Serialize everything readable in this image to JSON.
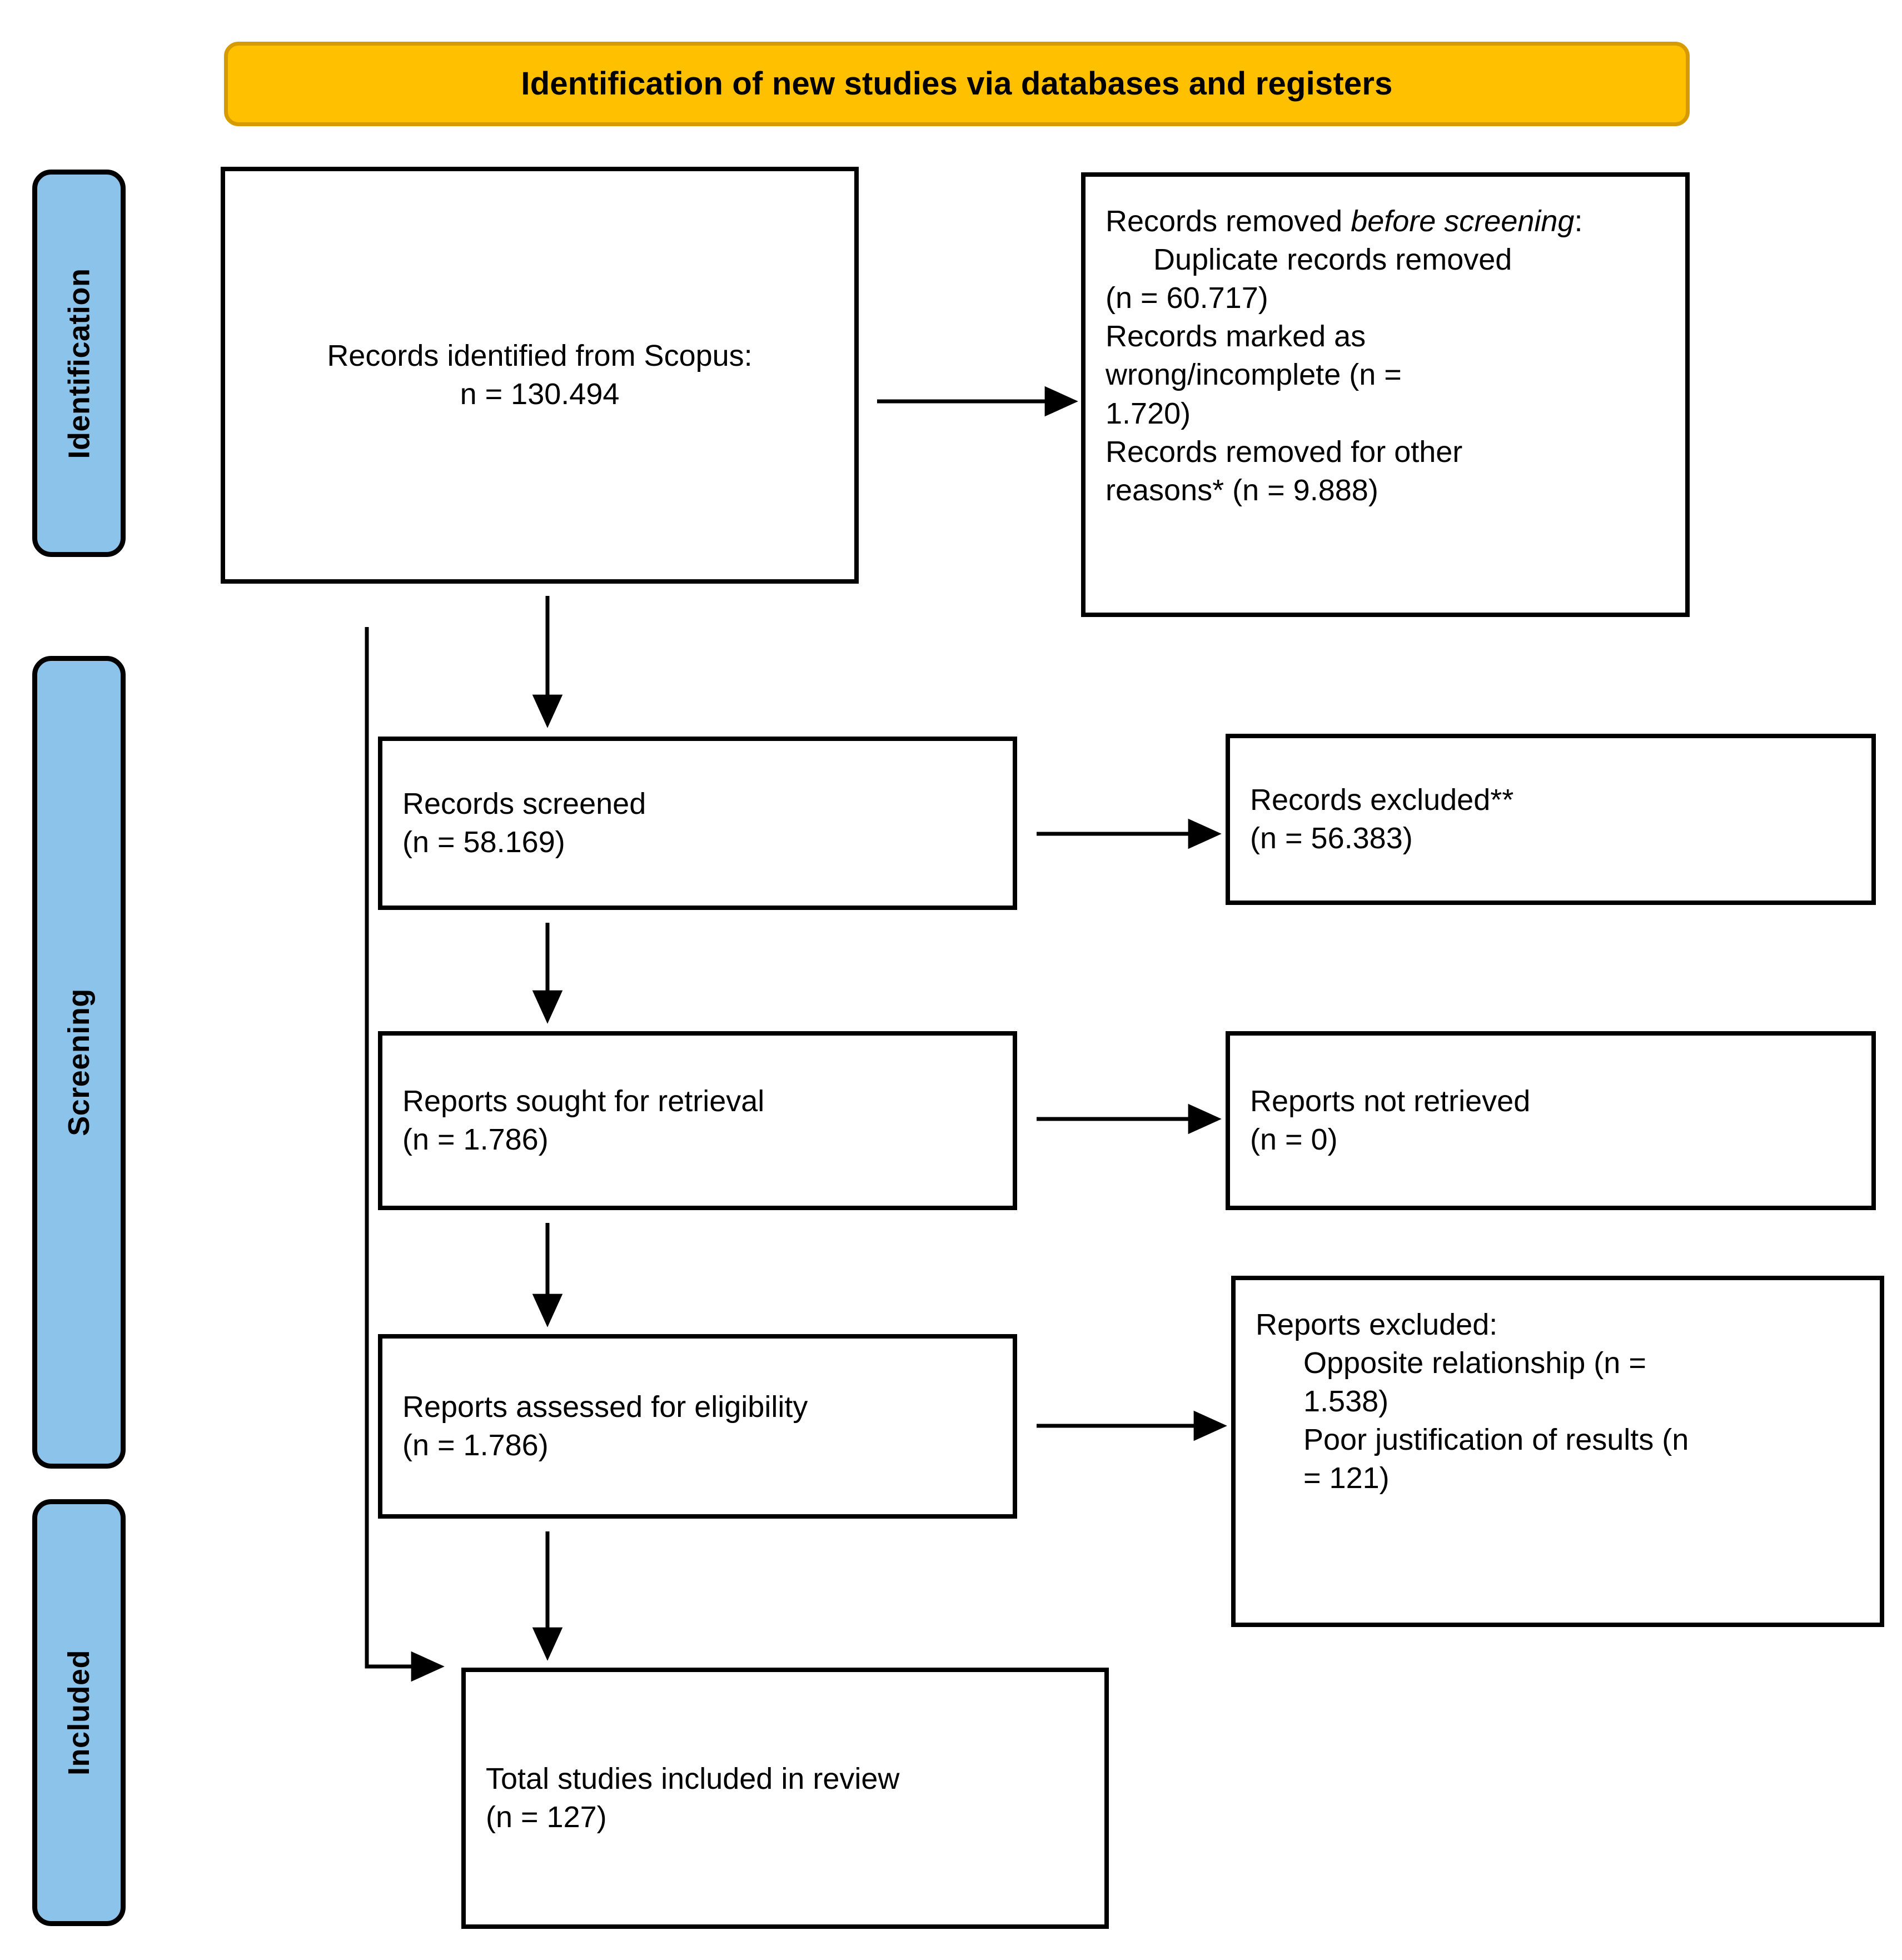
{
  "banner": {
    "title": "Identification of new studies via databases and registers",
    "fill": "#FFC000",
    "border": "#D69B00"
  },
  "stages": {
    "fill": "#8CC3EA",
    "border": "#000000",
    "items": [
      {
        "label": "Identification"
      },
      {
        "label": "Screening"
      },
      {
        "label": "Included"
      }
    ]
  },
  "boxes": {
    "identified": {
      "line1": "Records identified from Scopus:",
      "line2": "n = 130.494"
    },
    "removed_before_screening": {
      "heading_prefix": "Records removed ",
      "heading_italic": "before screening",
      "heading_suffix": ":",
      "item1": "Duplicate records removed",
      "item1_n": "(n = 60.717)",
      "item2": "Records marked as",
      "item2_cont": "wrong/incomplete (n =",
      "item2_n": "1.720)",
      "item3": "Records removed for other",
      "item3_n": "reasons* (n = 9.888)"
    },
    "records_screened": {
      "line1": "Records screened",
      "line2": "(n = 58.169)"
    },
    "records_excluded": {
      "line1": "Records excluded**",
      "line2": "(n = 56.383)"
    },
    "reports_sought": {
      "line1": "Reports sought for retrieval",
      "line2": "(n = 1.786)"
    },
    "reports_not_retrieved": {
      "line1": "Reports not retrieved",
      "line2": "(n = 0)"
    },
    "reports_assessed": {
      "line1": "Reports assessed for eligibility",
      "line2": "(n = 1.786)"
    },
    "reports_excluded": {
      "heading": "Reports excluded:",
      "item1": "Opposite relationship (n =",
      "item1_n": "1.538)",
      "item2": "Poor justification of results (n",
      "item2_n": "= 121)"
    },
    "total_included": {
      "line1": "Total studies included in review",
      "line2": "(n = 127)"
    }
  },
  "chart_data": {
    "type": "flowchart",
    "title": "PRISMA 2020 flow diagram for new systematic reviews",
    "nodes": [
      {
        "id": "identified",
        "label": "Records identified from Scopus",
        "n": 130494,
        "stage": "Identification"
      },
      {
        "id": "removed_before_screening",
        "label": "Records removed before screening",
        "stage": "Identification",
        "children": [
          {
            "label": "Duplicate records removed",
            "n": 60717
          },
          {
            "label": "Records marked as wrong/incomplete",
            "n": 1720
          },
          {
            "label": "Records removed for other reasons*",
            "n": 9888
          }
        ]
      },
      {
        "id": "records_screened",
        "label": "Records screened",
        "n": 58169,
        "stage": "Screening"
      },
      {
        "id": "records_excluded",
        "label": "Records excluded**",
        "n": 56383,
        "stage": "Screening"
      },
      {
        "id": "reports_sought",
        "label": "Reports sought for retrieval",
        "n": 1786,
        "stage": "Screening"
      },
      {
        "id": "reports_not_retrieved",
        "label": "Reports not retrieved",
        "n": 0,
        "stage": "Screening"
      },
      {
        "id": "reports_assessed",
        "label": "Reports assessed for eligibility",
        "n": 1786,
        "stage": "Screening"
      },
      {
        "id": "reports_excluded",
        "label": "Reports excluded",
        "stage": "Screening",
        "children": [
          {
            "label": "Opposite relationship",
            "n": 1538
          },
          {
            "label": "Poor justification of results",
            "n": 121
          }
        ]
      },
      {
        "id": "total_included",
        "label": "Total studies included in review",
        "n": 127,
        "stage": "Included"
      }
    ],
    "edges": [
      {
        "from": "identified",
        "to": "removed_before_screening",
        "direction": "right"
      },
      {
        "from": "identified",
        "to": "records_screened",
        "direction": "down"
      },
      {
        "from": "identified",
        "to": "total_included",
        "direction": "bypass-left"
      },
      {
        "from": "records_screened",
        "to": "records_excluded",
        "direction": "right"
      },
      {
        "from": "records_screened",
        "to": "reports_sought",
        "direction": "down"
      },
      {
        "from": "reports_sought",
        "to": "reports_not_retrieved",
        "direction": "right"
      },
      {
        "from": "reports_sought",
        "to": "reports_assessed",
        "direction": "down"
      },
      {
        "from": "reports_assessed",
        "to": "reports_excluded",
        "direction": "right"
      },
      {
        "from": "reports_assessed",
        "to": "total_included",
        "direction": "down"
      }
    ]
  }
}
